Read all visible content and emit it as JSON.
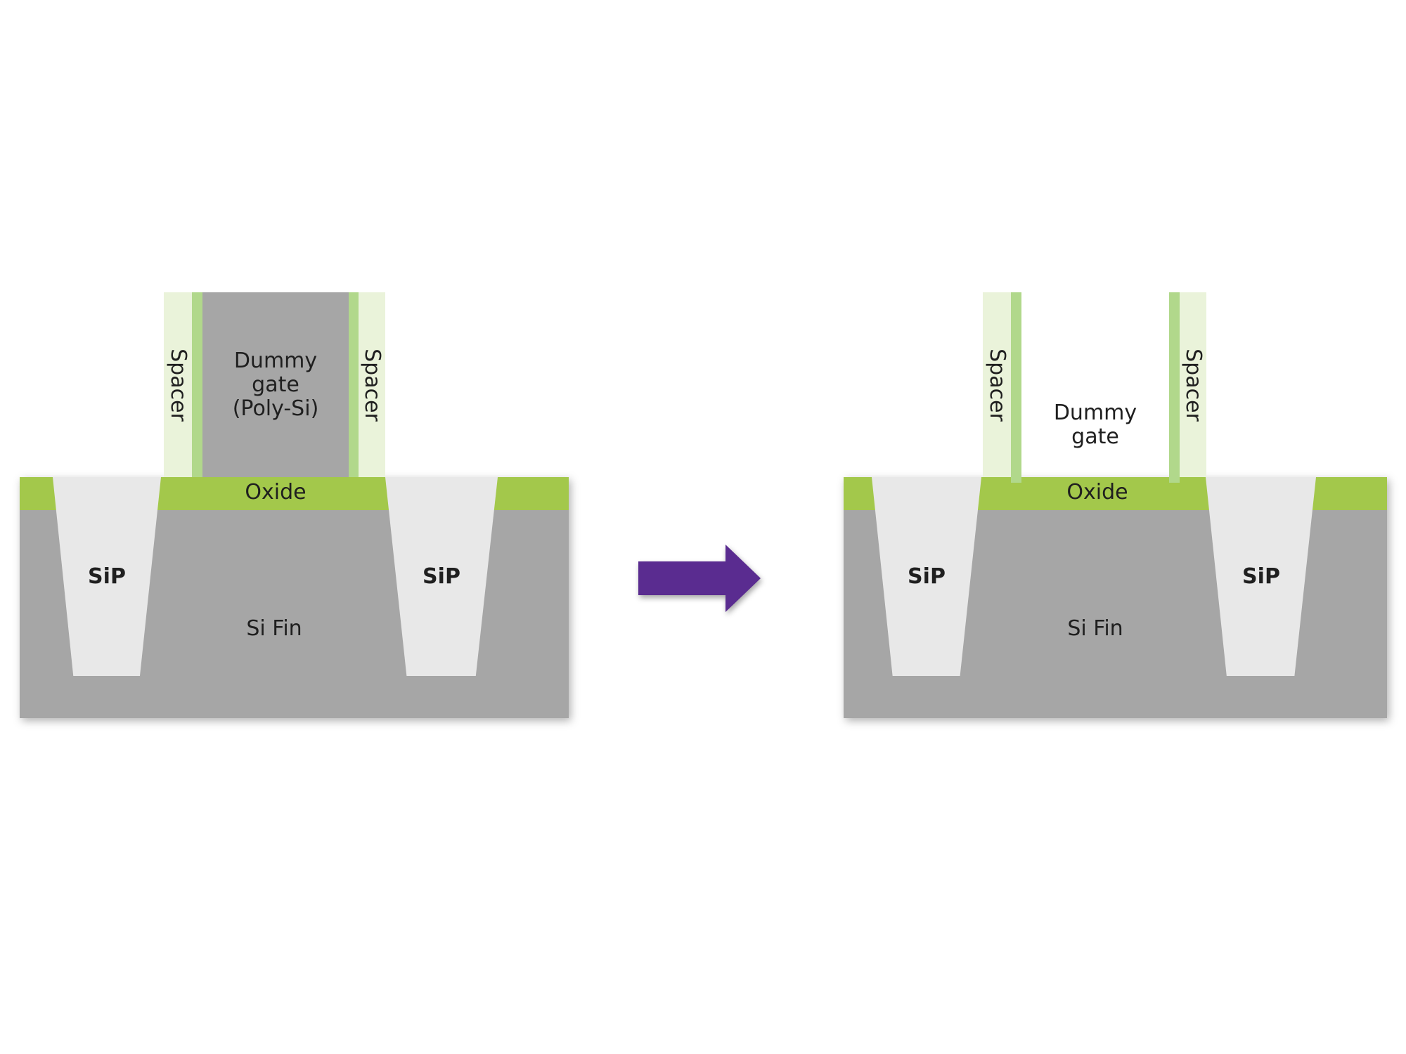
{
  "figure": {
    "left_panel": {
      "spacer_left": "Spacer",
      "spacer_right": "Spacer",
      "dummy_gate": "Dummy\ngate\n(Poly-Si)",
      "oxide": "Oxide",
      "sip_left": "SiP",
      "sip_right": "SiP",
      "si_fin": "Si Fin"
    },
    "right_panel": {
      "spacer_left": "Spacer",
      "spacer_right": "Spacer",
      "dummy_gate": "Dummy\ngate",
      "oxide": "Oxide",
      "sip_left": "SiP",
      "sip_right": "SiP",
      "si_fin": "Si Fin"
    },
    "arrow": {
      "icon": "right-arrow",
      "color": "#5a2c90"
    },
    "colors": {
      "background": "#ffffff",
      "substrate_gray": "#a6a6a6",
      "dummy_gate_gray": "#a6a6a6",
      "sip_gray": "#e8e8e8",
      "oxide_green": "#a3c84b",
      "spacer_pale_green": "#eaf3da",
      "spacer_inner_green": "#b1d88b",
      "arrow_purple": "#5a2c90",
      "text": "#1f1f1f"
    }
  }
}
